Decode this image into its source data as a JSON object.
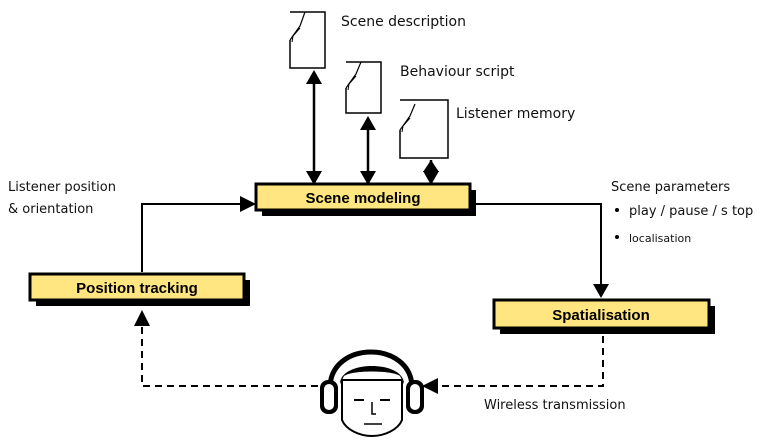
{
  "documents": {
    "scene_description": "Scene description",
    "behaviour_script": "Behaviour script",
    "listener_memory": "Listener memory"
  },
  "boxes": {
    "scene_modeling": "Scene modeling",
    "position_tracking": "Position tracking",
    "spatialisation": "Spatialisation"
  },
  "labels": {
    "listener_position_line1": "Listener position",
    "listener_position_line2": "& orientation",
    "scene_parameters": "Scene parameters",
    "bullet_play": "play / pause / s top",
    "bullet_localisation": "localisation",
    "wireless": "Wireless transmission"
  },
  "colors": {
    "box_fill": "#ffe680",
    "line": "#000000"
  }
}
